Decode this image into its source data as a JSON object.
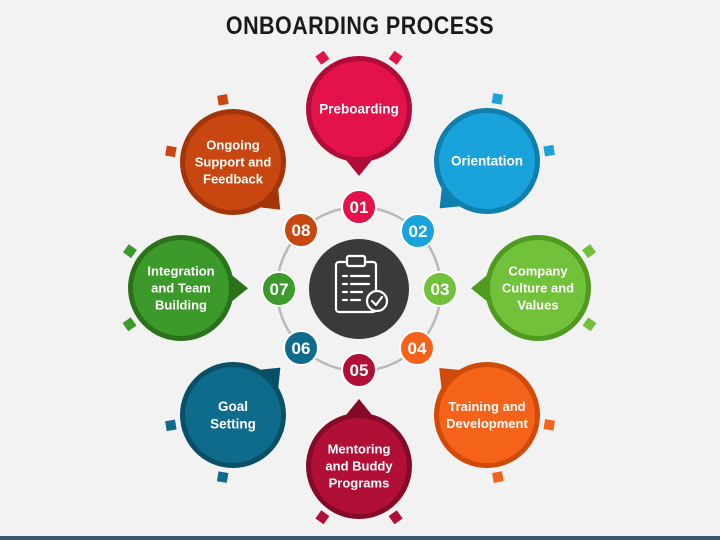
{
  "title": "ONBOARDING PROCESS",
  "center_icon": "clipboard-checklist-icon",
  "colors": {
    "background": "#f2f2f2",
    "center": "#3a3a3a",
    "ring": "#b9b9b9"
  },
  "steps": [
    {
      "number": "01",
      "label": "Preboarding",
      "color": "#e3124b",
      "dark": "#b00c38"
    },
    {
      "number": "02",
      "label": "Orientation",
      "color": "#1aa3da",
      "dark": "#0f7fae"
    },
    {
      "number": "03",
      "label": "Company Culture and Values",
      "color": "#72c13a",
      "dark": "#4f9a1f"
    },
    {
      "number": "04",
      "label": "Training and Development",
      "color": "#f5621a",
      "dark": "#d04a0a"
    },
    {
      "number": "05",
      "label": "Mentoring and Buddy Programs",
      "color": "#b10f35",
      "dark": "#840b27"
    },
    {
      "number": "06",
      "label": "Goal Setting",
      "color": "#0f6b8c",
      "dark": "#0a4f68"
    },
    {
      "number": "07",
      "label": "Integration and Team Building",
      "color": "#3c9a2a",
      "dark": "#2a7219"
    },
    {
      "number": "08",
      "label": "Ongoing Support and Feedback",
      "color": "#c8460f",
      "dark": "#a2360a"
    }
  ]
}
